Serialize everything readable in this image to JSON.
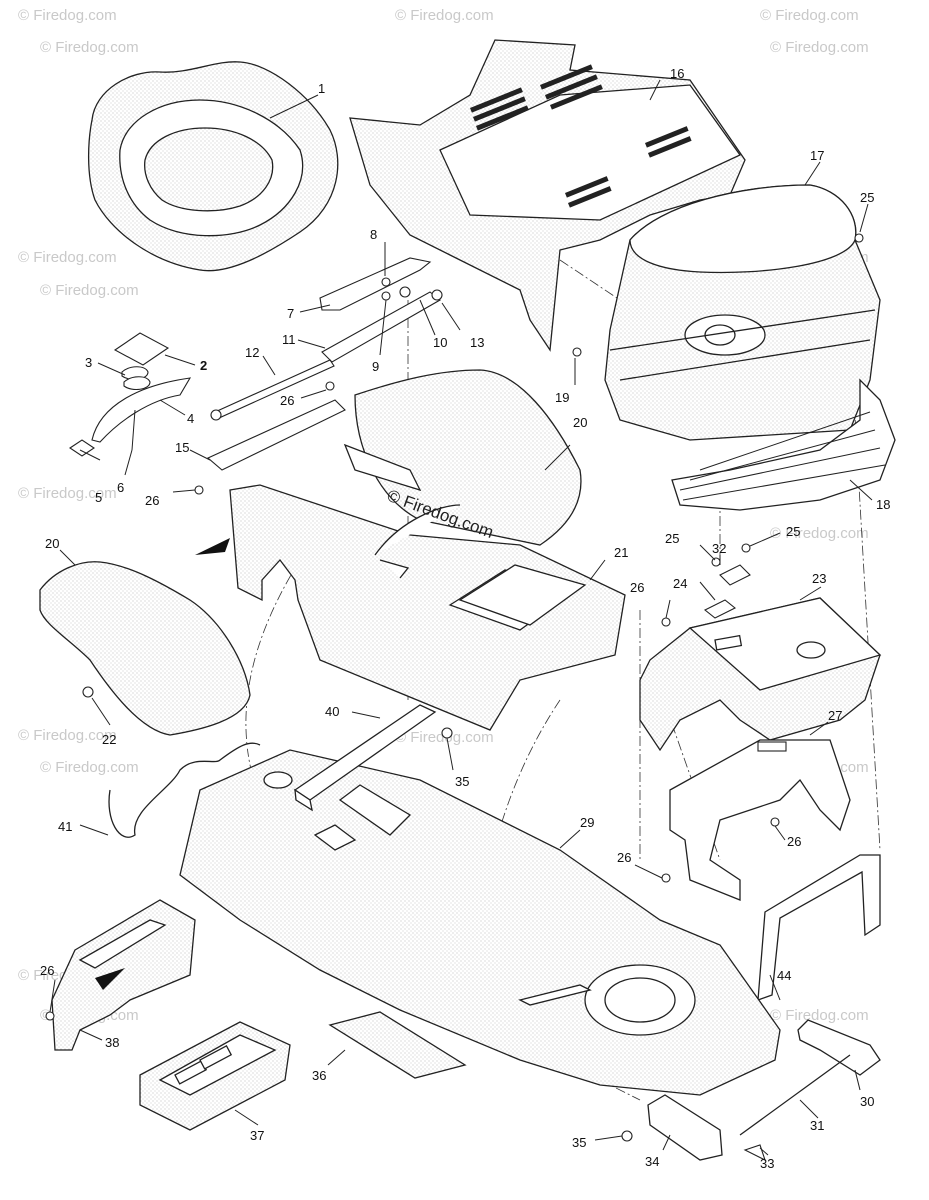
{
  "watermark": {
    "text": "© Firedog.com",
    "center_text": "© Firedog.com"
  },
  "callouts": {
    "c1": "1",
    "c2": "2",
    "c3": "3",
    "c4": "4",
    "c5": "5",
    "c6": "6",
    "c7": "7",
    "c8": "8",
    "c9": "9",
    "c10": "10",
    "c11": "11",
    "c12": "12",
    "c13": "13",
    "c15": "15",
    "c16": "16",
    "c17": "17",
    "c18": "18",
    "c19": "19",
    "c20a": "20",
    "c20b": "20",
    "c21": "21",
    "c22": "22",
    "c23": "23",
    "c24": "24",
    "c25a": "25",
    "c25b": "25",
    "c25c": "25",
    "c26a": "26",
    "c26b": "26",
    "c26c": "26",
    "c26d": "26",
    "c26e": "26",
    "c26f": "26",
    "c27": "27",
    "c29": "29",
    "c30": "30",
    "c31": "31",
    "c32": "32",
    "c33": "33",
    "c34": "34",
    "c35a": "35",
    "c35b": "35",
    "c36": "36",
    "c37": "37",
    "c38": "38",
    "c40": "40",
    "c41": "41",
    "c44": "44"
  }
}
